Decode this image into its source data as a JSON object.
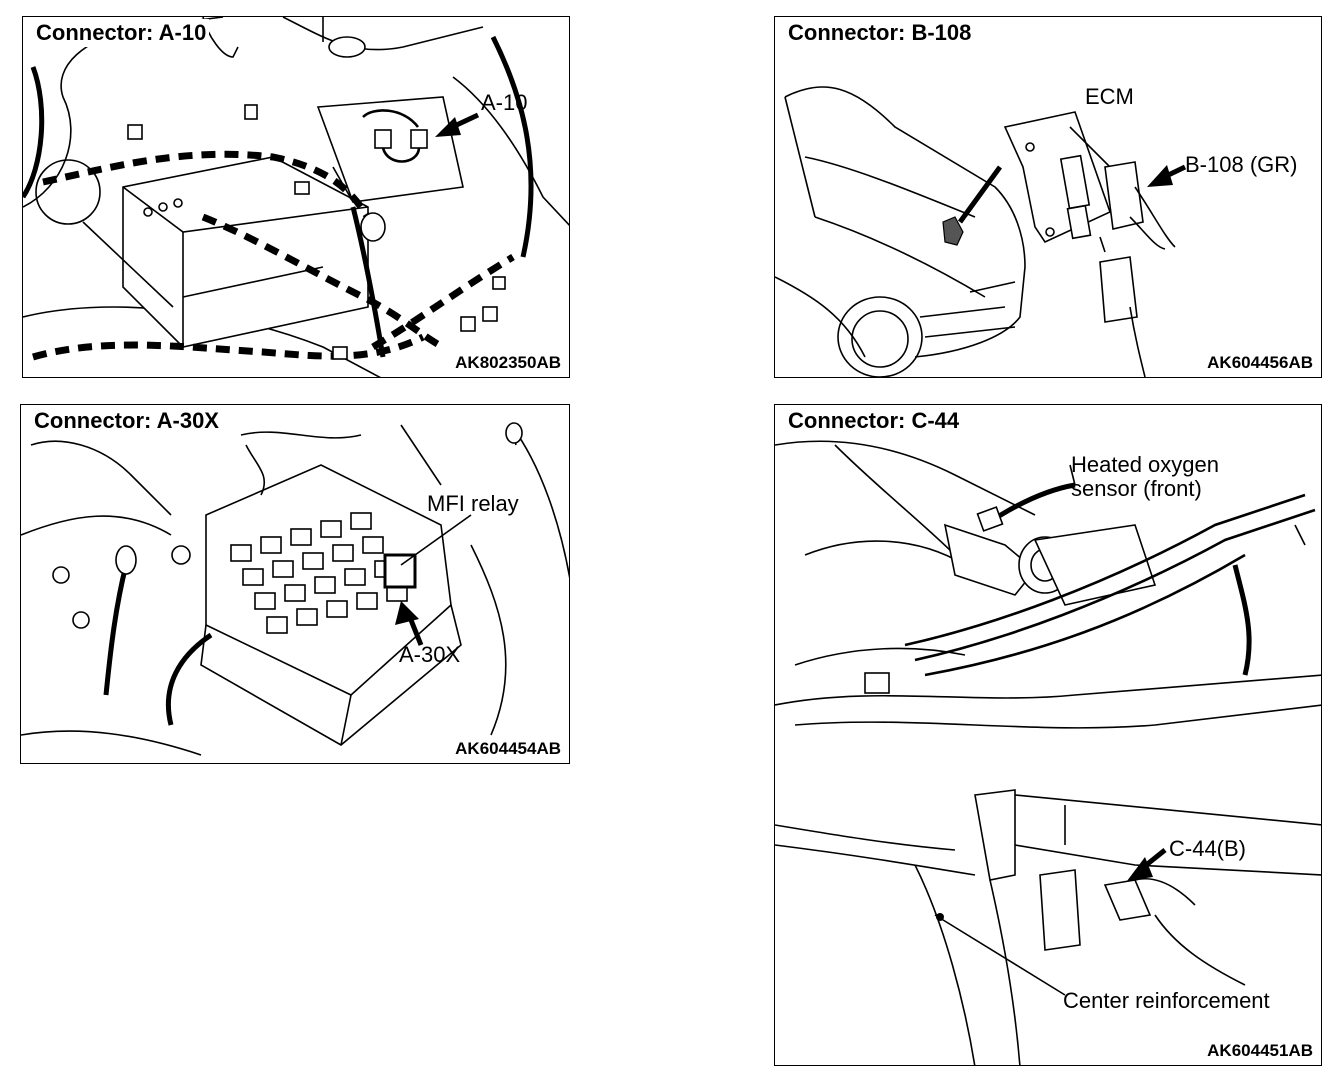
{
  "panels": {
    "a10": {
      "title": "Connector: A-10",
      "callout": "A-10",
      "code": "AK802350AB"
    },
    "b108": {
      "title": "Connector: B-108",
      "ecm_label": "ECM",
      "callout": "B-108 (GR)",
      "code": "AK604456AB"
    },
    "a30x": {
      "title": "Connector: A-30X",
      "relay_label": "MFI relay",
      "callout": "A-30X",
      "code": "AK604454AB"
    },
    "c44": {
      "title": "Connector: C-44",
      "sensor_label_line1": "Heated oxygen",
      "sensor_label_line2": "sensor (front)",
      "callout": "C-44(B)",
      "reinforcement_label": "Center reinforcement",
      "code": "AK604451AB"
    }
  }
}
